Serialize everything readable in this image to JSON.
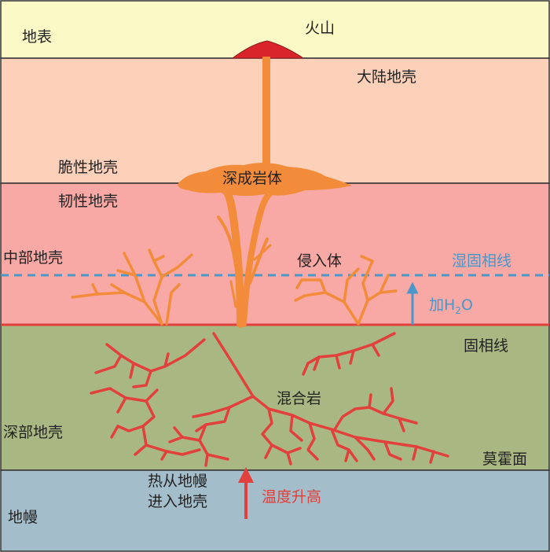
{
  "labels": {
    "surface": "地表",
    "volcano": "火山",
    "continental_crust": "大陆地壳",
    "brittle_crust": "脆性地壳",
    "pluton": "深成岩体",
    "ductile_crust": "韧性地壳",
    "middle_crust": "中部地壳",
    "intrusion": "侵入体",
    "wet_solidus": "湿固相线",
    "add_water_prefix": "加H",
    "add_water_sub": "2",
    "add_water_suffix": "O",
    "solidus": "固相线",
    "migmatite": "混合岩",
    "deep_crust": "深部地壳",
    "moho": "莫霍面",
    "heat_line1": "热从地幔",
    "heat_line2": "进入地壳",
    "temp_rise": "温度升高",
    "mantle": "地幔"
  },
  "colors": {
    "surface_layer": "#fbf9c6",
    "upper_crust": "#fdd0ba",
    "ductile_crust": "#f8a8a5",
    "deep_crust": "#a9b882",
    "mantle": "#a4bdca",
    "magma": "#f28c3a",
    "volcano_cone": "#d9252a",
    "melt_veins": "#e2403c",
    "solidus_line": "#e2403c",
    "wet_solidus_line": "#4a97c9",
    "water_arrow": "#4a97c9",
    "heat_arrow": "#e2403c"
  }
}
